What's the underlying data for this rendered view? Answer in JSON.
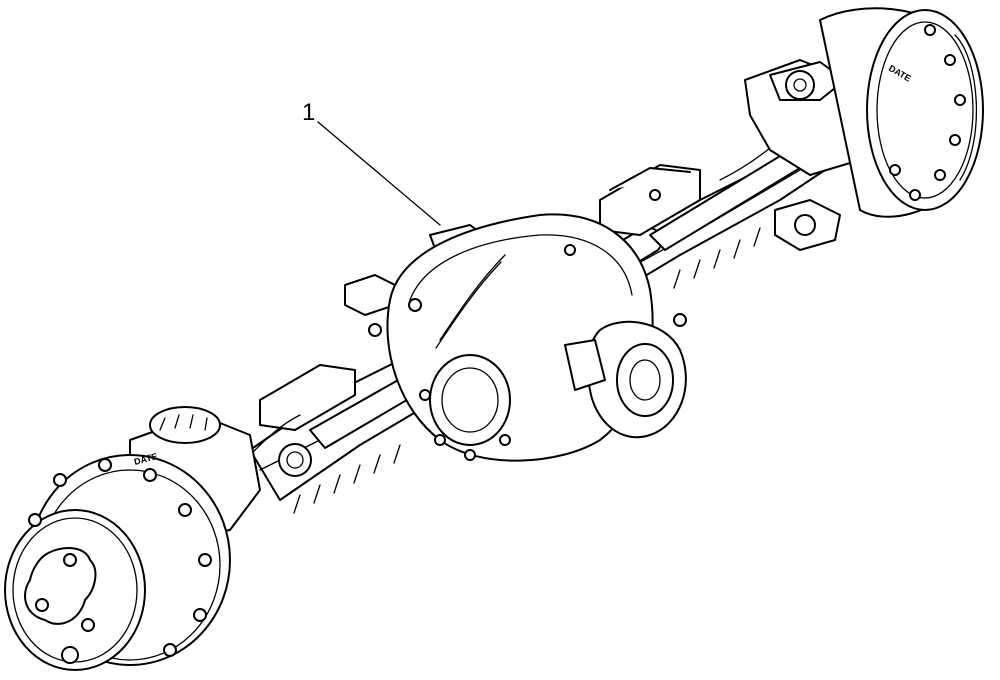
{
  "callout": {
    "number": "1"
  },
  "hub_stamps": {
    "date_left": "DATE",
    "date_right": "DATE"
  },
  "colors": {
    "line": "#000000",
    "background": "#ffffff"
  }
}
